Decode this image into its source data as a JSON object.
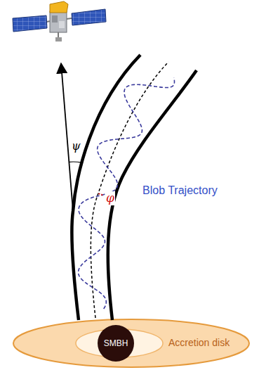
{
  "diagram": {
    "nodes": [
      {
        "text": [
          "SMBH"
        ]
      }
    ],
    "labels": [
      "ψ",
      "φ",
      "Blob Trajectory",
      "Accretion disk"
    ]
  }
}
